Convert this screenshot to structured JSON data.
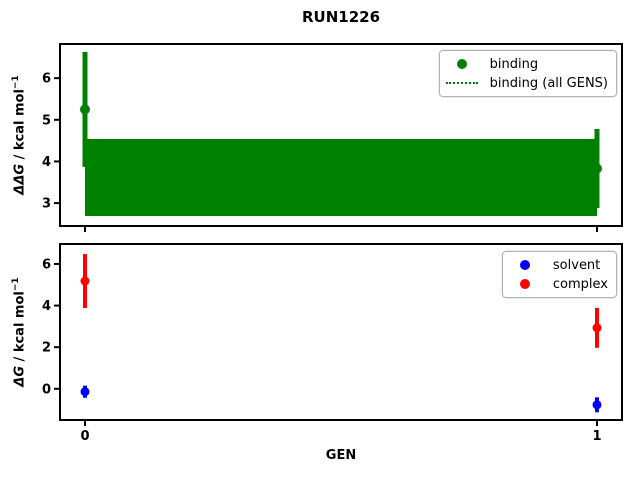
{
  "figure": {
    "title": "RUN1226",
    "background": "#ffffff",
    "axis_color": "#000000"
  },
  "colors": {
    "binding": "#008000",
    "solvent": "#0000ff",
    "complex": "#ff0000"
  },
  "chart_data": {
    "type": "scatter",
    "title": "RUN1226",
    "xlabel": "GEN",
    "x_ticks": [
      "0",
      "1"
    ],
    "x_values": [
      0,
      1
    ],
    "xlim": [
      -0.05,
      1.05
    ],
    "legend_position": "upper right",
    "grid": false,
    "subplots": [
      {
        "id": "ddg-binding",
        "ylabel": {
          "math": "ΔΔG",
          "rest": " / kcal mol",
          "sup": "−1"
        },
        "ylim": [
          2.45,
          6.82
        ],
        "yticks": [
          3,
          4,
          5,
          6
        ],
        "series": [
          {
            "name": "binding",
            "color": "#008000",
            "marker": "o",
            "x": [
              0,
              1
            ],
            "y": [
              5.25,
              3.83
            ],
            "yerr": [
              1.38,
              0.95
            ]
          }
        ],
        "band": {
          "name": "binding (all GENS)",
          "color": "#008000",
          "style": "dotted-mean-with-fill",
          "x": [
            0,
            1
          ],
          "mean": 3.6,
          "lo": 2.69,
          "hi": 4.54
        },
        "legend": [
          {
            "label": "binding",
            "marker": "dot",
            "color": "#008000"
          },
          {
            "label": "binding (all GENS)",
            "marker": "dotted-line",
            "color": "#008000"
          }
        ]
      },
      {
        "id": "dg-solvent-complex",
        "ylabel": {
          "math": "ΔG",
          "rest": " / kcal mol",
          "sup": "−1"
        },
        "ylim": [
          -1.5,
          6.96
        ],
        "yticks": [
          0,
          2,
          4,
          6
        ],
        "series": [
          {
            "name": "solvent",
            "color": "#0000ff",
            "marker": "o",
            "x": [
              0,
              1
            ],
            "y": [
              -0.14,
              -0.77
            ],
            "yerr": [
              0.29,
              0.36
            ]
          },
          {
            "name": "complex",
            "color": "#ff0000",
            "marker": "o",
            "x": [
              0,
              1
            ],
            "y": [
              5.18,
              2.93
            ],
            "yerr": [
              1.3,
              0.96
            ]
          }
        ],
        "legend": [
          {
            "label": "solvent",
            "marker": "dot",
            "color": "#0000ff"
          },
          {
            "label": "complex",
            "marker": "dot",
            "color": "#ff0000"
          }
        ]
      }
    ]
  }
}
